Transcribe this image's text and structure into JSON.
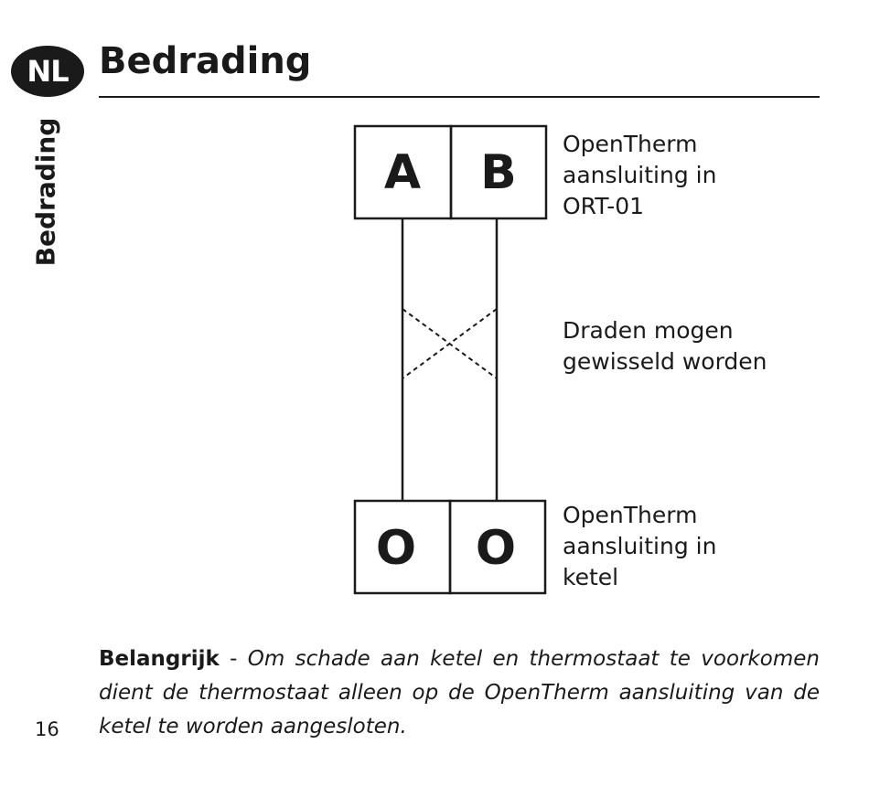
{
  "badge": {
    "language": "NL"
  },
  "header": {
    "title": "Bedrading"
  },
  "side_tab": {
    "label": "Bedrading"
  },
  "diagram": {
    "top_terminals": [
      "A",
      "B"
    ],
    "bottom_terminals": [
      "O",
      "O"
    ],
    "label_top": [
      "OpenTherm",
      "aansluiting in",
      "ORT-01"
    ],
    "label_middle": [
      "Draden mogen",
      "gewisseld worden"
    ],
    "label_bottom": [
      "OpenTherm",
      "aansluiting in",
      "ketel"
    ]
  },
  "note": {
    "emphasis": "Belangrijk",
    "separator": " - ",
    "text": "Om schade aan ketel en thermostaat te voorkomen dient de thermostaat alleen op de OpenTherm aansluiting van de ketel te worden aangesloten."
  },
  "footer": {
    "page_number": "16"
  }
}
